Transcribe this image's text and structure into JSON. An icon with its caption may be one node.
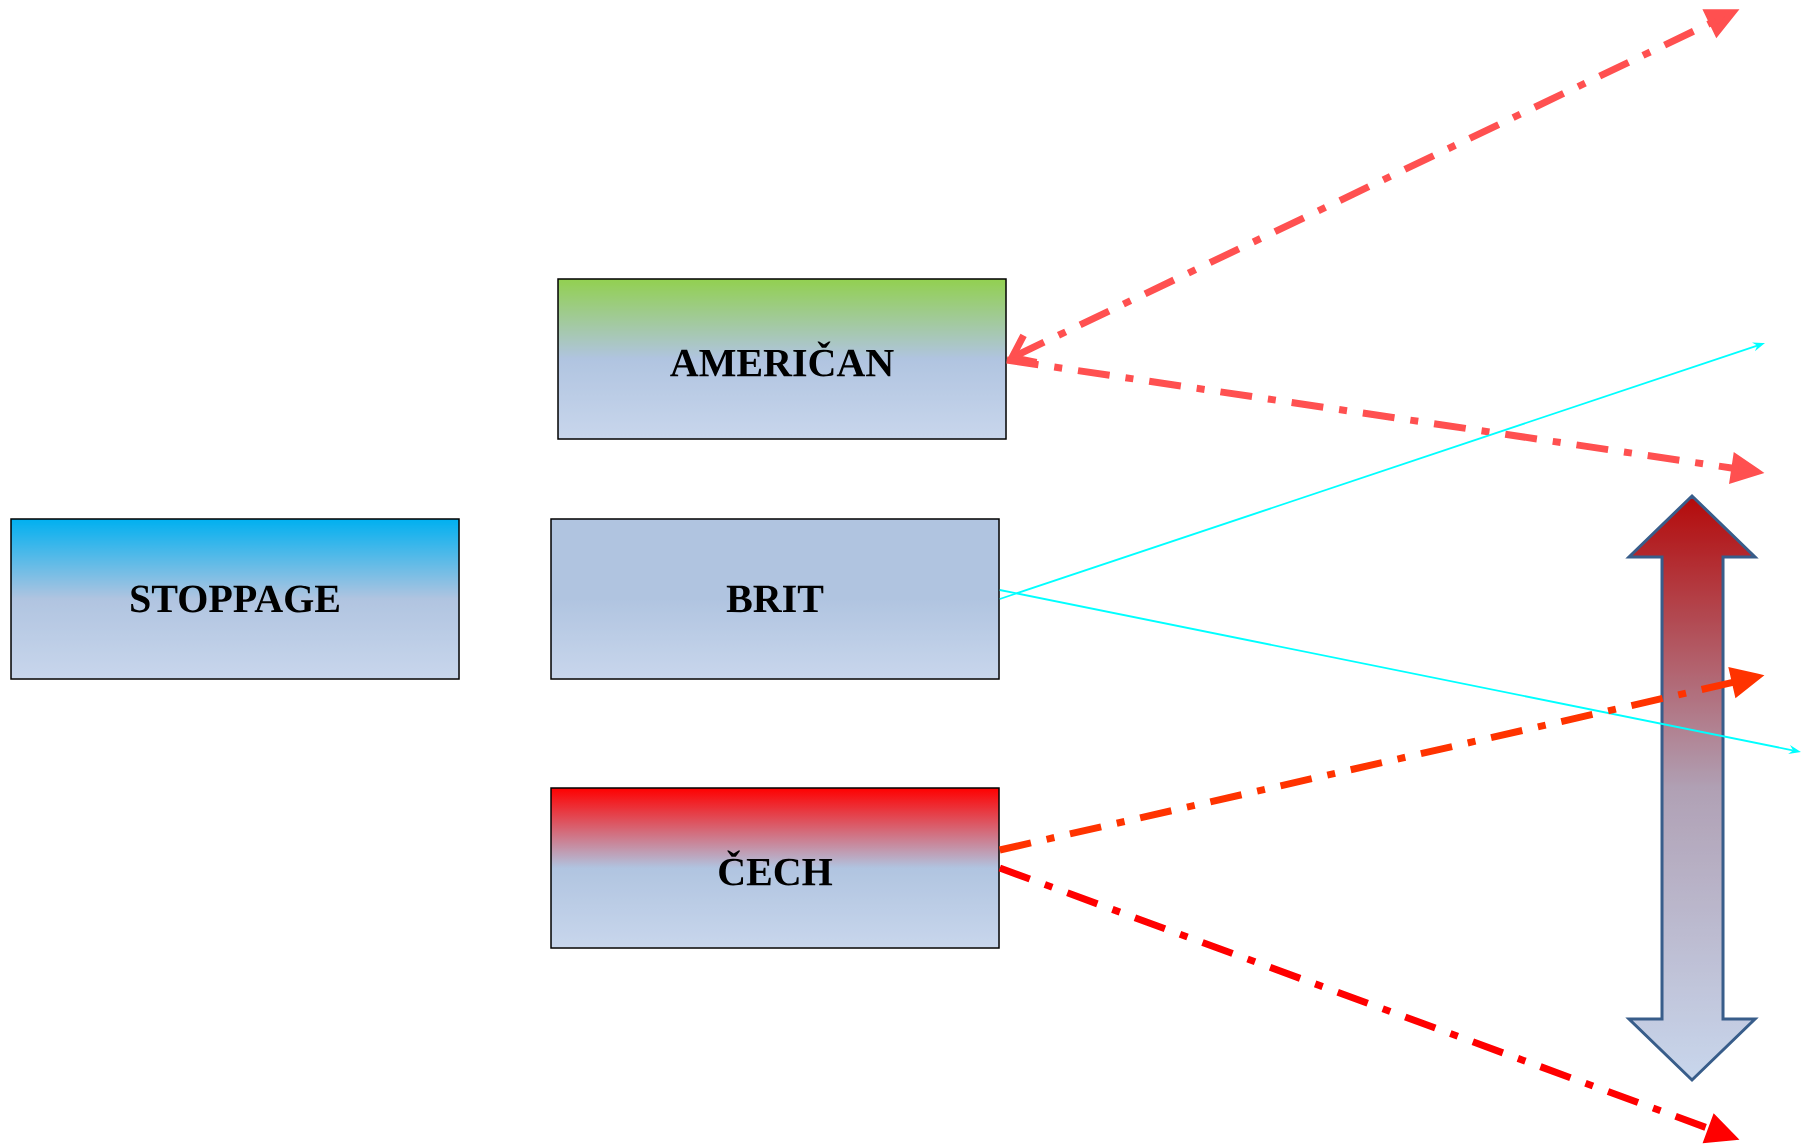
{
  "diagram": {
    "nodes": [
      {
        "text": [
          "STOPPAGE"
        ]
      },
      {
        "text": [
          "AMERIČAN"
        ]
      },
      {
        "text": [
          "BRIT"
        ]
      },
      {
        "text": [
          "ČECH"
        ]
      }
    ],
    "edges": [
      {
        "from": 1,
        "to": null,
        "arrow": "both",
        "style": "dashed",
        "color": "#ff5050"
      },
      {
        "from": 1,
        "to": null,
        "arrow": "to",
        "style": "dashed",
        "color": "#ff5050"
      },
      {
        "from": 2,
        "to": null,
        "arrow": "to",
        "color": "#00ffff"
      },
      {
        "from": 2,
        "to": null,
        "arrow": "to",
        "color": "#00ffff"
      },
      {
        "from": 3,
        "to": null,
        "arrow": "to",
        "style": "dashed",
        "color": "#ff3300"
      },
      {
        "from": 3,
        "to": null,
        "arrow": "to",
        "style": "dashed",
        "color": "#ff0000"
      }
    ]
  }
}
